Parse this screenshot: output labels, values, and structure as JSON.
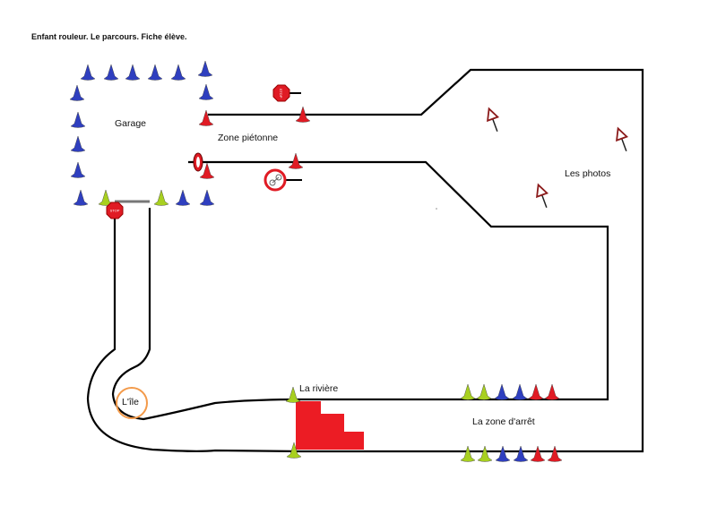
{
  "header": {
    "title": "Enfant rouleur. Le parcours. Fiche élève."
  },
  "zones": {
    "garage": "Garage",
    "pedestrian": "Zone piétonne",
    "photos": "Les photos",
    "island": "L'île",
    "river": "La rivière",
    "stop_zone": "La zone d'arrêt"
  },
  "signs": {
    "stop_1": "STOP",
    "stop_2": "STOP"
  },
  "colors": {
    "cone_blue": "#2f3fbf",
    "cone_red": "#e01b24",
    "cone_green": "#a8d020",
    "river": "#ec1c24",
    "island_ring": "#f39a4a",
    "warning_sign": "#8b1a1a"
  }
}
